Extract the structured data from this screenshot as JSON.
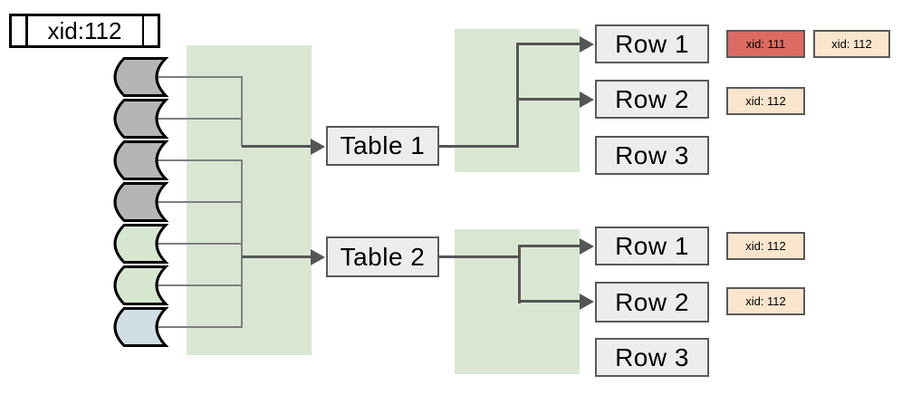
{
  "header_box": {
    "label": "xid:112"
  },
  "wal_pages": [
    {
      "id": "wal-page-1",
      "color": "#b5b5b5"
    },
    {
      "id": "wal-page-2",
      "color": "#b5b5b5"
    },
    {
      "id": "wal-page-3",
      "color": "#b5b5b5"
    },
    {
      "id": "wal-page-4",
      "color": "#b5b5b5"
    },
    {
      "id": "wal-page-5",
      "color": "#d7e6cf"
    },
    {
      "id": "wal-page-6",
      "color": "#d7e6cf"
    },
    {
      "id": "wal-page-7",
      "color": "#cfdfe5"
    }
  ],
  "tables": [
    {
      "label": "Table 1",
      "rows": [
        "Row 1",
        "Row 2",
        "Row 3"
      ]
    },
    {
      "label": "Table 2",
      "rows": [
        "Row 1",
        "Row 2",
        "Row 3"
      ]
    }
  ],
  "xid_chips": [
    {
      "label": "xid: 111",
      "fill": "#db6b63"
    },
    {
      "label": "xid: 112",
      "fill": "#fbe5cc"
    },
    {
      "label": "xid: 112",
      "fill": "#fbe5cc"
    },
    {
      "label": "xid: 112",
      "fill": "#fbe5cc"
    },
    {
      "label": "xid: 112",
      "fill": "#fbe5cc"
    }
  ],
  "colors": {
    "band_green": "#d9e7d2",
    "box_fill": "#ededed",
    "box_border": "#595959",
    "line_thin": "#7f7f7f",
    "line_thick": "#555555"
  }
}
